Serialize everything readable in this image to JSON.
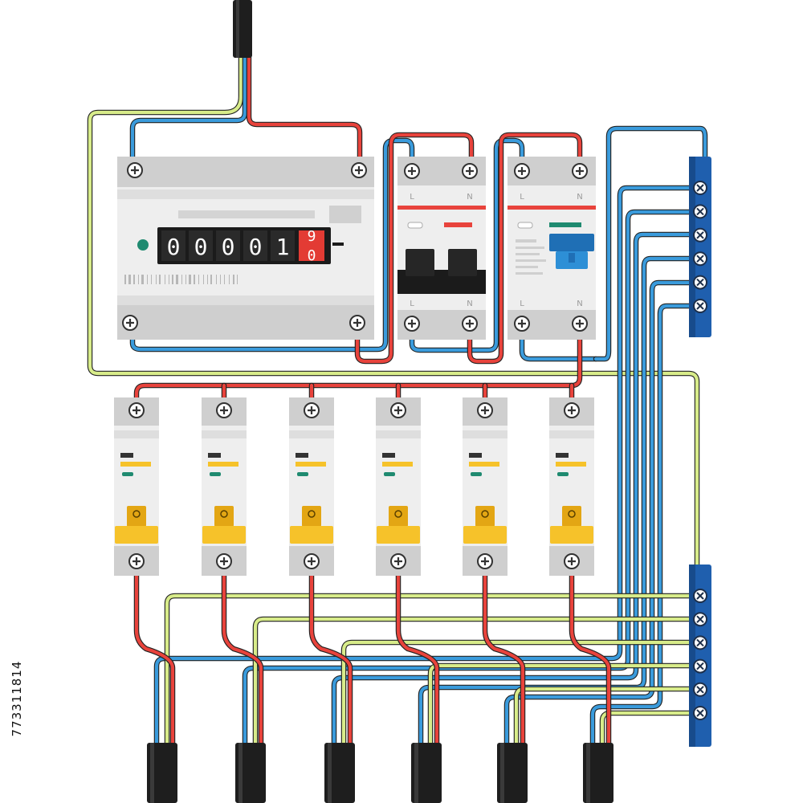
{
  "meter": {
    "counter_digits": [
      "0",
      "0",
      "0",
      "0",
      "1"
    ],
    "rolling_digit_top": "9",
    "rolling_digit_bottom": "0"
  },
  "breakers": {
    "terminal_left_label": "L",
    "terminal_right_label": "N"
  },
  "branch_breakers": {
    "count": 6
  },
  "bus_bars": {
    "neutral_terminals": 6,
    "ground_terminals": 6
  },
  "outgoing_cables": {
    "count": 6
  },
  "colors": {
    "phase": "#e8433c",
    "neutral": "#3a9bdc",
    "ground": "#d8ec8a",
    "cable_jacket": "#1e1e1e",
    "bus_bar": "#1f5fae",
    "breaker_toggle": "#f6c22a",
    "rcd_toggle": "#2d8fd6",
    "module_body": "#eeeeee",
    "module_terminal_strip": "#cfcfcf"
  },
  "watermark": {
    "stock_id": "773311814"
  }
}
